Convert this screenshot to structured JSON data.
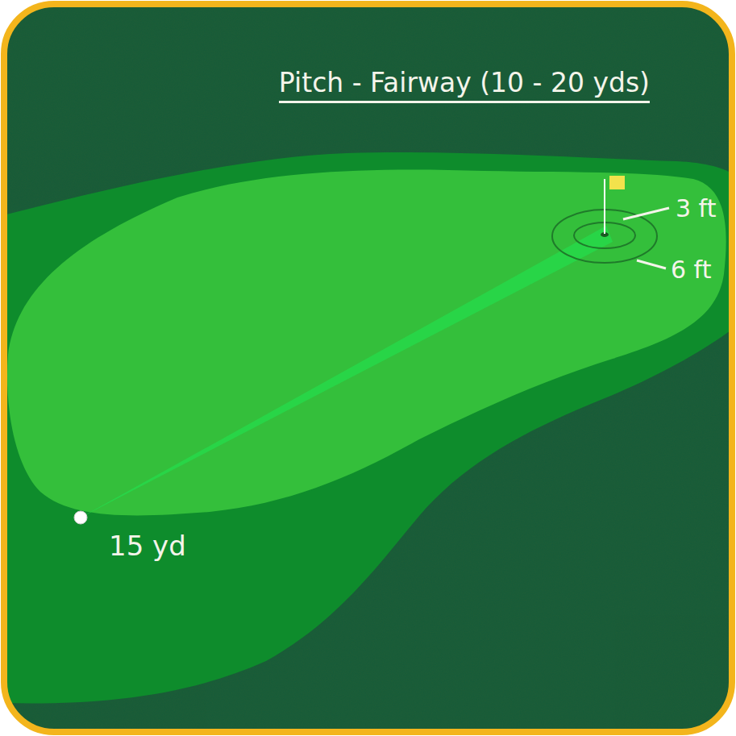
{
  "diagram": {
    "title": "Pitch - Fairway (10 - 20 yds)",
    "labels": [
      "3 ft",
      "6 ft",
      "15 yd"
    ]
  }
}
